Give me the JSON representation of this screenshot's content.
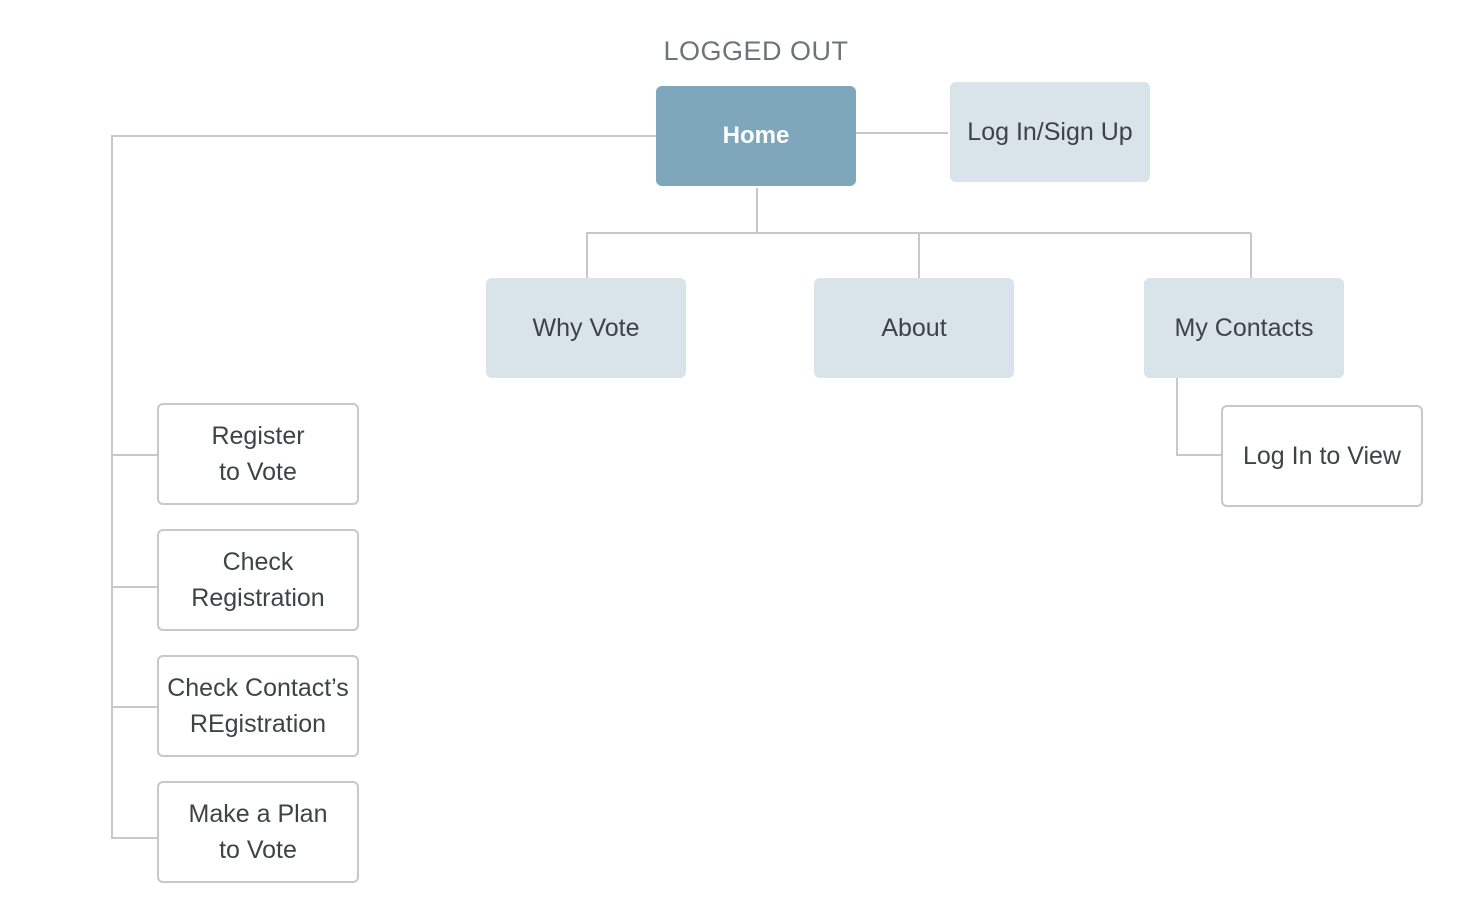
{
  "heading": "LOGGED OUT",
  "nodes": {
    "home": "Home",
    "login_signup": "Log In/Sign Up",
    "why_vote": "Why Vote",
    "about": "About",
    "my_contacts": "My Contacts",
    "log_in_to_view": "Log In to View",
    "register_to_vote": "Register\nto Vote",
    "check_registration": "Check\nRegistration",
    "check_contacts_registration": "Check Contact’s\nREgistration",
    "make_a_plan": "Make a Plan\nto Vote"
  },
  "colors": {
    "primary": "#7ea7bb",
    "primary_text": "#ffffff",
    "secondary": "#d8e3ea",
    "outline": "#c8c8c8",
    "line": "#c8c8c8",
    "text": "#3e4348",
    "heading": "#6d7379"
  }
}
